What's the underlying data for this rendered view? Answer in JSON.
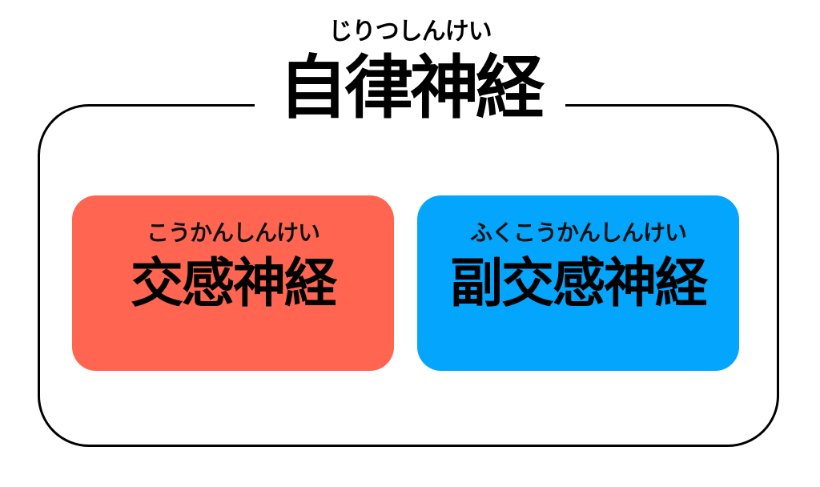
{
  "title": {
    "ruby": "じりつしんけい",
    "label": "自律神経"
  },
  "boxes": [
    {
      "ruby": "こうかんしんけい",
      "label": "交感神経",
      "color": "#ff6550"
    },
    {
      "ruby": "ふくこうかんしんけい",
      "label": "副交感神経",
      "color": "#03a5fd"
    }
  ],
  "colors": {
    "outline": "#000000",
    "background": "#ffffff"
  }
}
